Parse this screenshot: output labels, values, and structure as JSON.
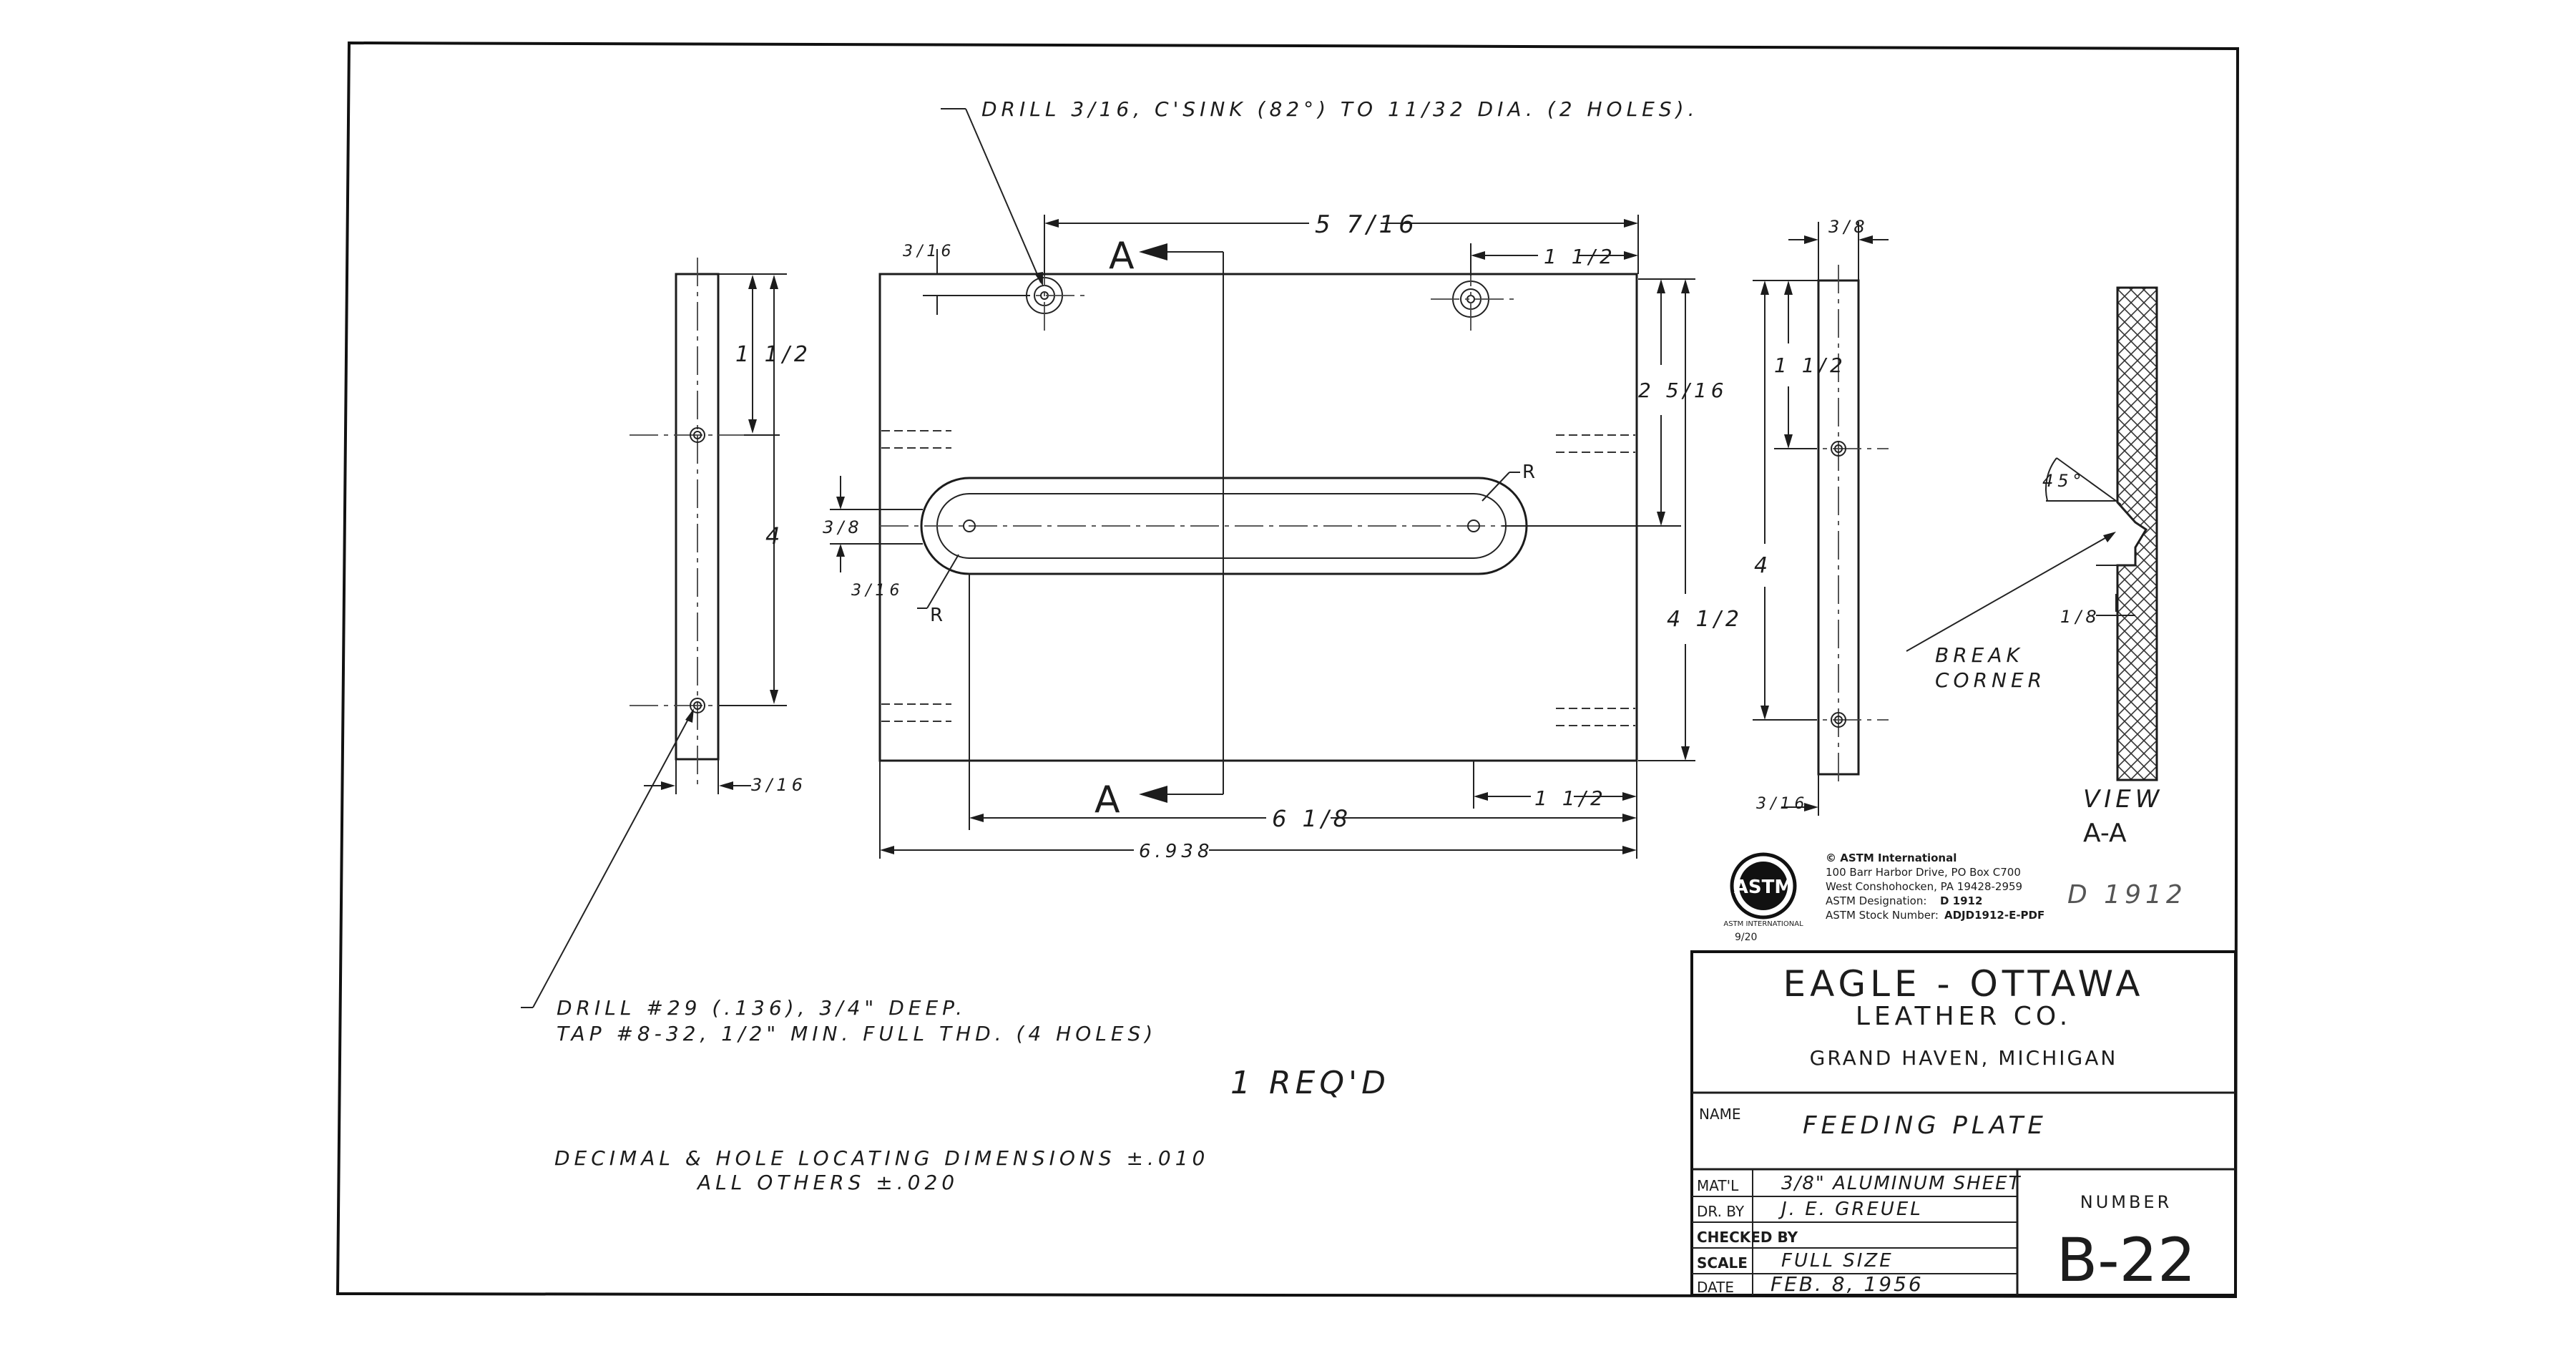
{
  "drawing": {
    "notes": {
      "drill_csink": "DRILL 3/16, C'SINK (82°) TO 11/32 DIA. (2 HOLES).",
      "drill_tap_line1": "DRILL #29 (.136), 3/4\" DEEP.",
      "drill_tap_line2": "TAP #8-32, 1/2\" MIN. FULL THD. (4 HOLES)",
      "quantity": "1 REQ'D",
      "tolerance_line1": "DECIMAL & HOLE LOCATING DIMENSIONS ±.010",
      "tolerance_line2": "ALL OTHERS ±.020",
      "break_corner_line1": "BREAK",
      "break_corner_line2": "CORNER",
      "view_label_line1": "VIEW",
      "view_label_line2": "A-A",
      "handwritten_ref": "D 1912"
    },
    "dimensions": {
      "top_hole_spacing": "5 7/16",
      "right_hole_offset": "1 1/2",
      "edge_offset_top": "3/16",
      "hole_to_slot": "2 5/16",
      "plate_height": "4 1/2",
      "slot_width": "3/8",
      "slot_offset": "3/16",
      "bottom_slot_length": "6 1/8",
      "bottom_right_offset": "1 1/2",
      "overall_length": "6.938",
      "side_top_offset": "1 1/2",
      "side_hole_spacing": "4",
      "side_width": "3/16",
      "right_view_width": "3/8",
      "right_view_top": "1 1/2",
      "right_view_spacing": "4",
      "right_view_bottom": "3/16",
      "chamfer_angle": "45°",
      "chamfer_size": "1/8",
      "radius_label": "R",
      "section_marker": "A"
    },
    "astm": {
      "line1": "© ASTM International",
      "line2": "100 Barr Harbor Drive, PO Box C700",
      "line3": "West Conshohocken, PA  19428-2959",
      "line4_prefix": "ASTM Designation:",
      "line4_value": "D 1912",
      "line5_prefix": "ASTM Stock Number:",
      "line5_value": "ADJD1912-E-PDF",
      "logo_text": "ASTM",
      "logo_caption": "ASTM INTERNATIONAL",
      "logo_date": "9/20"
    },
    "title_block": {
      "company_line1": "EAGLE - OTTAWA",
      "company_line2": "LEATHER CO.",
      "company_line3": "GRAND HAVEN, MICHIGAN",
      "name_label": "NAME",
      "name_value": "FEEDING PLATE",
      "material_label": "MAT'L",
      "material_value": "3/8\" ALUMINUM SHEET",
      "drawn_by_label": "DR. BY",
      "drawn_by_value": "J. E. GREUEL",
      "checked_by_label": "CHECKED BY",
      "checked_by_value": "",
      "scale_label": "SCALE",
      "scale_value": "FULL SIZE",
      "date_label": "DATE",
      "date_value": "FEB. 8, 1956",
      "number_label": "NUMBER",
      "number_value": "B-22"
    }
  }
}
